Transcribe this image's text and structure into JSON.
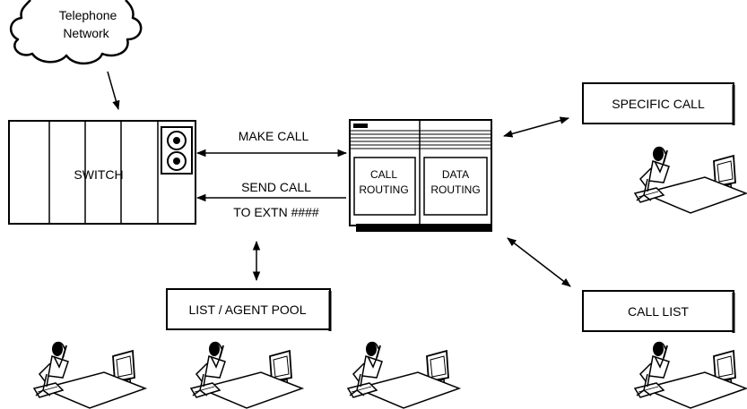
{
  "network": {
    "line1": "Telephone",
    "line2": "Network"
  },
  "switch": {
    "label": "SWITCH"
  },
  "messages": {
    "make_call": "MAKE CALL",
    "send_call": "SEND CALL",
    "to_extn": "TO EXTN ####"
  },
  "server": {
    "call_routing": {
      "line1": "CALL",
      "line2": "ROUTING"
    },
    "data_routing": {
      "line1": "DATA",
      "line2": "ROUTING"
    }
  },
  "boxes": {
    "specific_call": "SPECIFIC CALL",
    "call_list": "CALL LIST",
    "agent_pool": "LIST / AGENT POOL"
  },
  "agents": {
    "count": 5
  },
  "colors": {
    "ink": "#000000",
    "paper": "#ffffff"
  }
}
